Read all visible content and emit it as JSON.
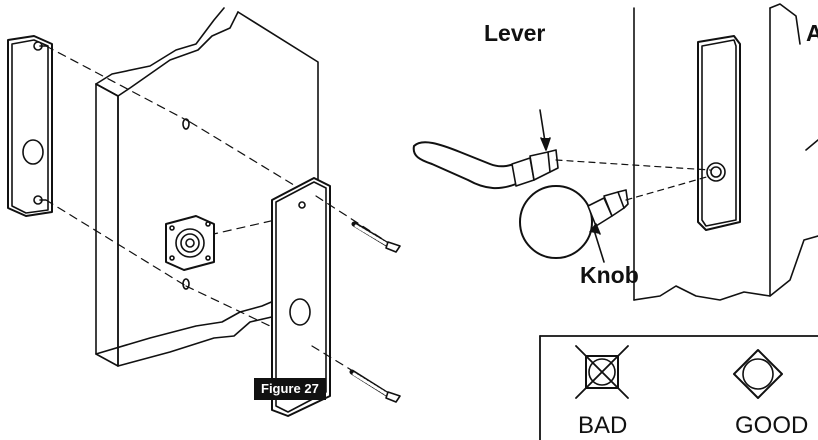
{
  "figure": {
    "badge": "Figure 27"
  },
  "labels": {
    "lever": "Lever",
    "knob": "Knob",
    "a_partial": "A"
  },
  "legend": {
    "bad": "BAD",
    "good": "GOOD"
  },
  "colors": {
    "ink": "#111111",
    "badge_bg": "#111111",
    "badge_text": "#ffffff",
    "paper": "#ffffff"
  },
  "icons": [
    "screw-icon",
    "bad-square-icon",
    "good-diamond-icon"
  ]
}
